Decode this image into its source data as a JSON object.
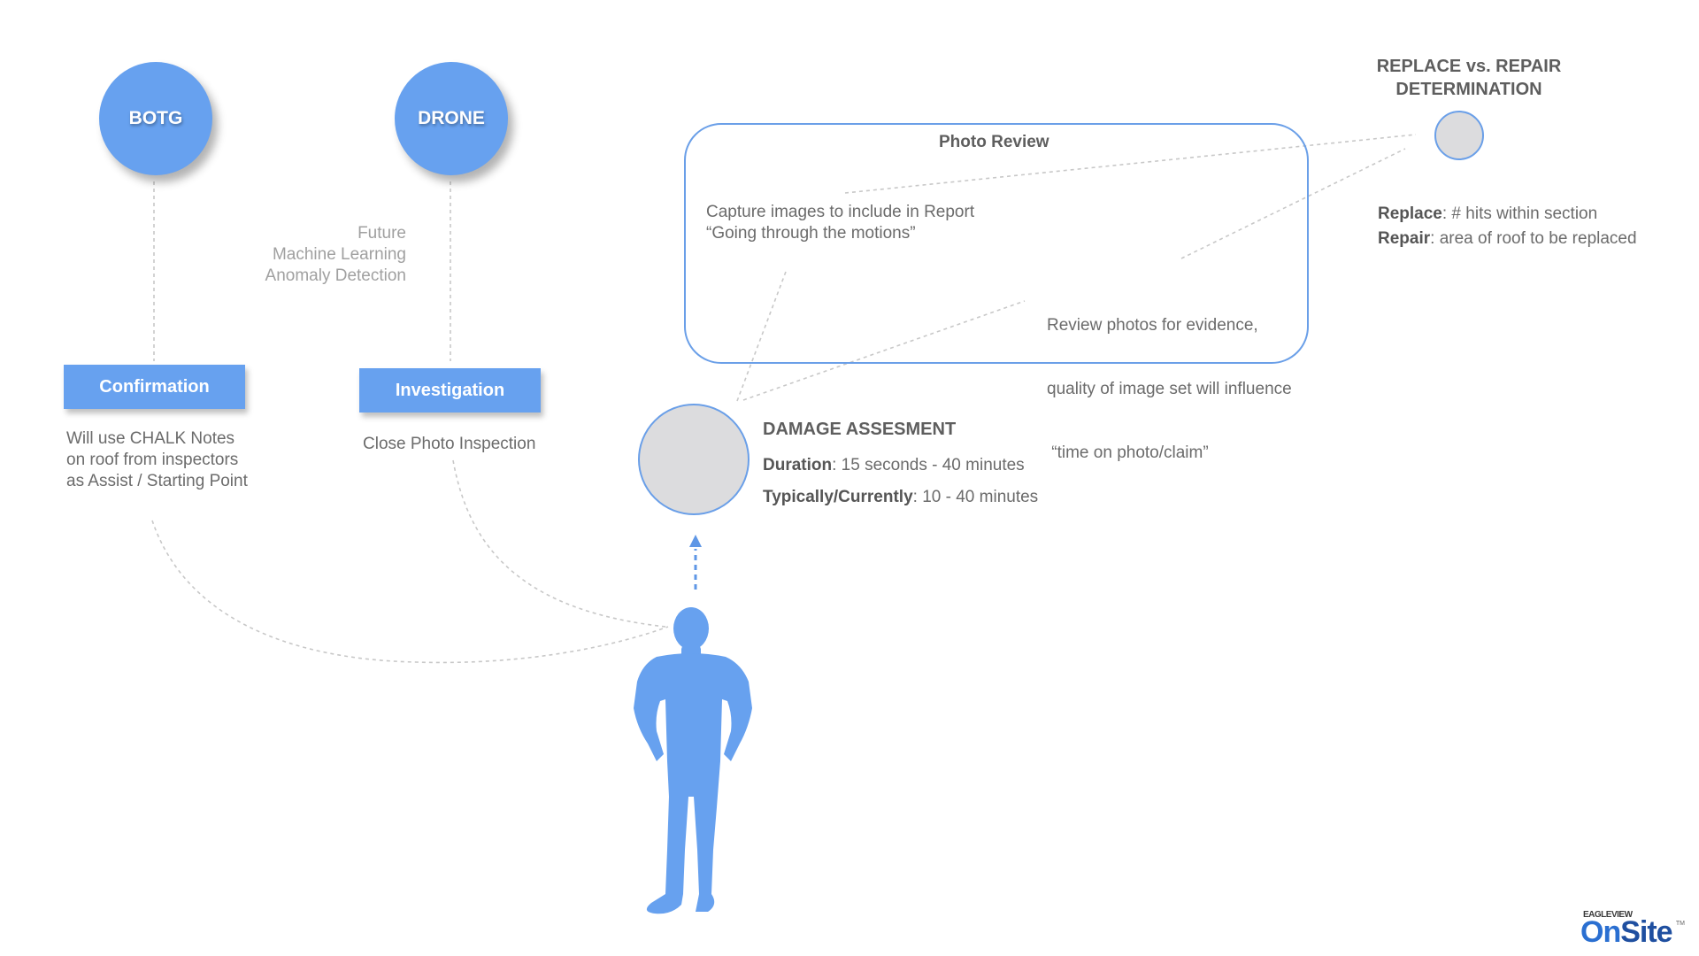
{
  "sources": {
    "botg": "BOTG",
    "drone": "DRONE"
  },
  "future_note": [
    "Future",
    "Machine Learning",
    "Anomaly Detection"
  ],
  "stages": {
    "confirmation": {
      "label": "Confirmation",
      "description": [
        "Will use CHALK Notes",
        "on roof from inspectors",
        "as Assist / Starting Point"
      ]
    },
    "investigation": {
      "label": "Investigation",
      "description": [
        "Close Photo Inspection"
      ]
    }
  },
  "photo_review": {
    "title": "Photo Review",
    "capture": [
      "Capture images to include in Report",
      "“Going through the motions”"
    ],
    "review": [
      "Review photos for evidence,",
      "quality of image set will influence",
      " “time on photo/claim”"
    ]
  },
  "damage_assessment": {
    "title": "DAMAGE ASSESMENT",
    "duration_label": "Duration",
    "duration_value": ": 15 seconds - 40 minutes",
    "typical_label": "Typically/Currently",
    "typical_value": ": 10 - 40 minutes"
  },
  "determination": {
    "title": [
      "REPLACE vs. REPAIR",
      "DETERMINATION"
    ],
    "replace_label": "Replace",
    "replace_value": ": # hits within section",
    "repair_label": "Repair",
    "repair_value": ": area of roof to be replaced"
  },
  "logo": {
    "small": "EAGLEVIEW",
    "big_a": "On",
    "big_b": "Site",
    "tm": "TM"
  },
  "colors": {
    "accent_blue": "#67a1ef",
    "node_grey": "#dcdcde",
    "connector_grey": "#c8c8c8"
  },
  "icons": {
    "person": "person-silhouette-icon",
    "arrow": "arrow-up-icon"
  }
}
